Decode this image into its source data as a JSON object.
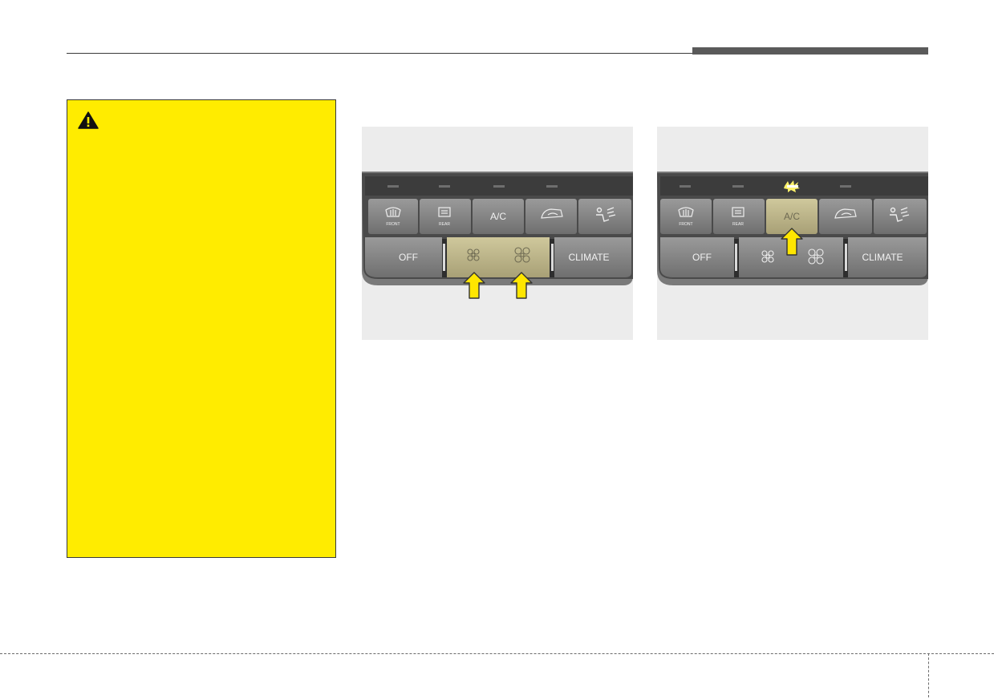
{
  "panel_left": {
    "buttons_top": [
      "FRONT",
      "REAR",
      "A/C",
      "",
      ""
    ],
    "buttons_bottom": [
      "OFF",
      "",
      "CLIMATE"
    ],
    "highlighted": "fan-speed",
    "arrows": 2
  },
  "panel_right": {
    "buttons_top": [
      "FRONT",
      "REAR",
      "A/C",
      "",
      ""
    ],
    "buttons_bottom": [
      "OFF",
      "",
      "CLIMATE"
    ],
    "highlighted": "A/C",
    "indicator_lit": "A/C",
    "arrows": 1
  },
  "colors": {
    "warning_background": "#ffec00",
    "highlight": "#bdb68a",
    "arrow": "#ffe600"
  },
  "icons": [
    "warning-icon",
    "front-defrost-icon",
    "rear-defrost-icon",
    "recirculation-icon",
    "air-direction-icon",
    "fan-low-icon",
    "fan-high-icon",
    "arrow-up-icon"
  ]
}
